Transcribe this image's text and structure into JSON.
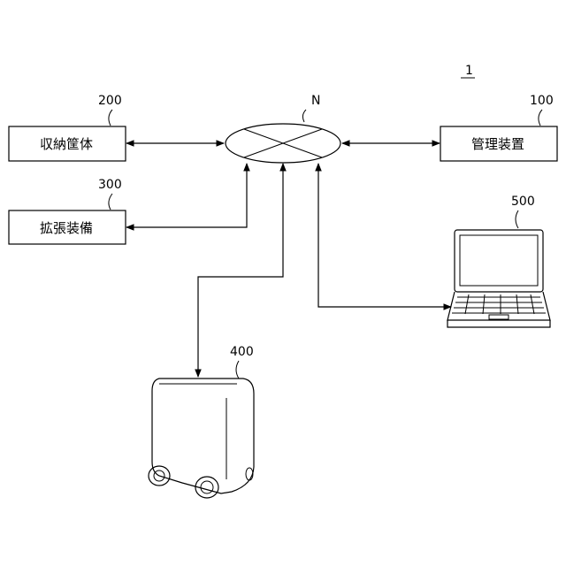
{
  "figure": {
    "number": "1",
    "network": {
      "label": "N"
    },
    "nodes": [
      {
        "id": "storage",
        "ref": "200",
        "name": "収納筐体"
      },
      {
        "id": "expansion",
        "ref": "300",
        "name": "拡張装備"
      },
      {
        "id": "manager",
        "ref": "100",
        "name": "管理装置"
      },
      {
        "id": "robot",
        "ref": "400",
        "name": ""
      },
      {
        "id": "laptop",
        "ref": "500",
        "name": ""
      }
    ]
  }
}
